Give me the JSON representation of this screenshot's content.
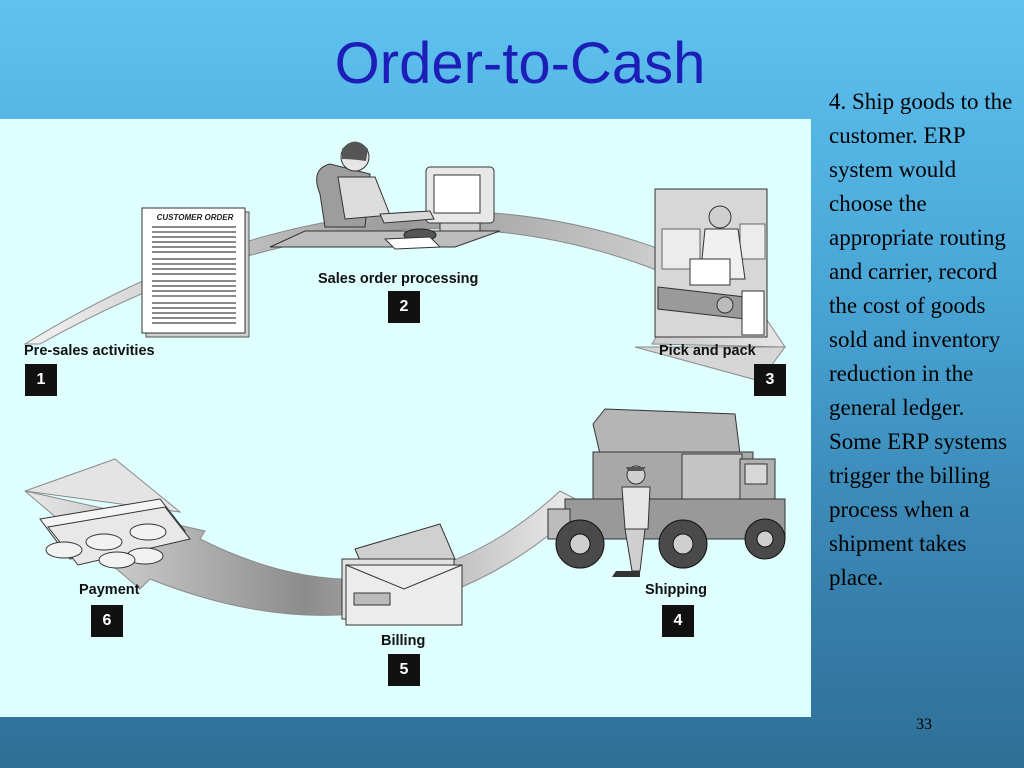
{
  "slide": {
    "title": "Order-to-Cash",
    "page_number": "33",
    "side_text": "4. Ship goods to the customer. ERP system would choose the appropriate routing and carrier, record the cost of goods sold and inventory reduction in the general ledger. Some ERP systems trigger the billing process when a shipment takes place."
  },
  "diagram": {
    "document_header": "CUSTOMER ORDER",
    "steps": [
      {
        "number": "1",
        "label": "Pre-sales activities"
      },
      {
        "number": "2",
        "label": "Sales order processing"
      },
      {
        "number": "3",
        "label": "Pick and pack"
      },
      {
        "number": "4",
        "label": "Shipping"
      },
      {
        "number": "5",
        "label": "Billing"
      },
      {
        "number": "6",
        "label": "Payment"
      }
    ]
  }
}
